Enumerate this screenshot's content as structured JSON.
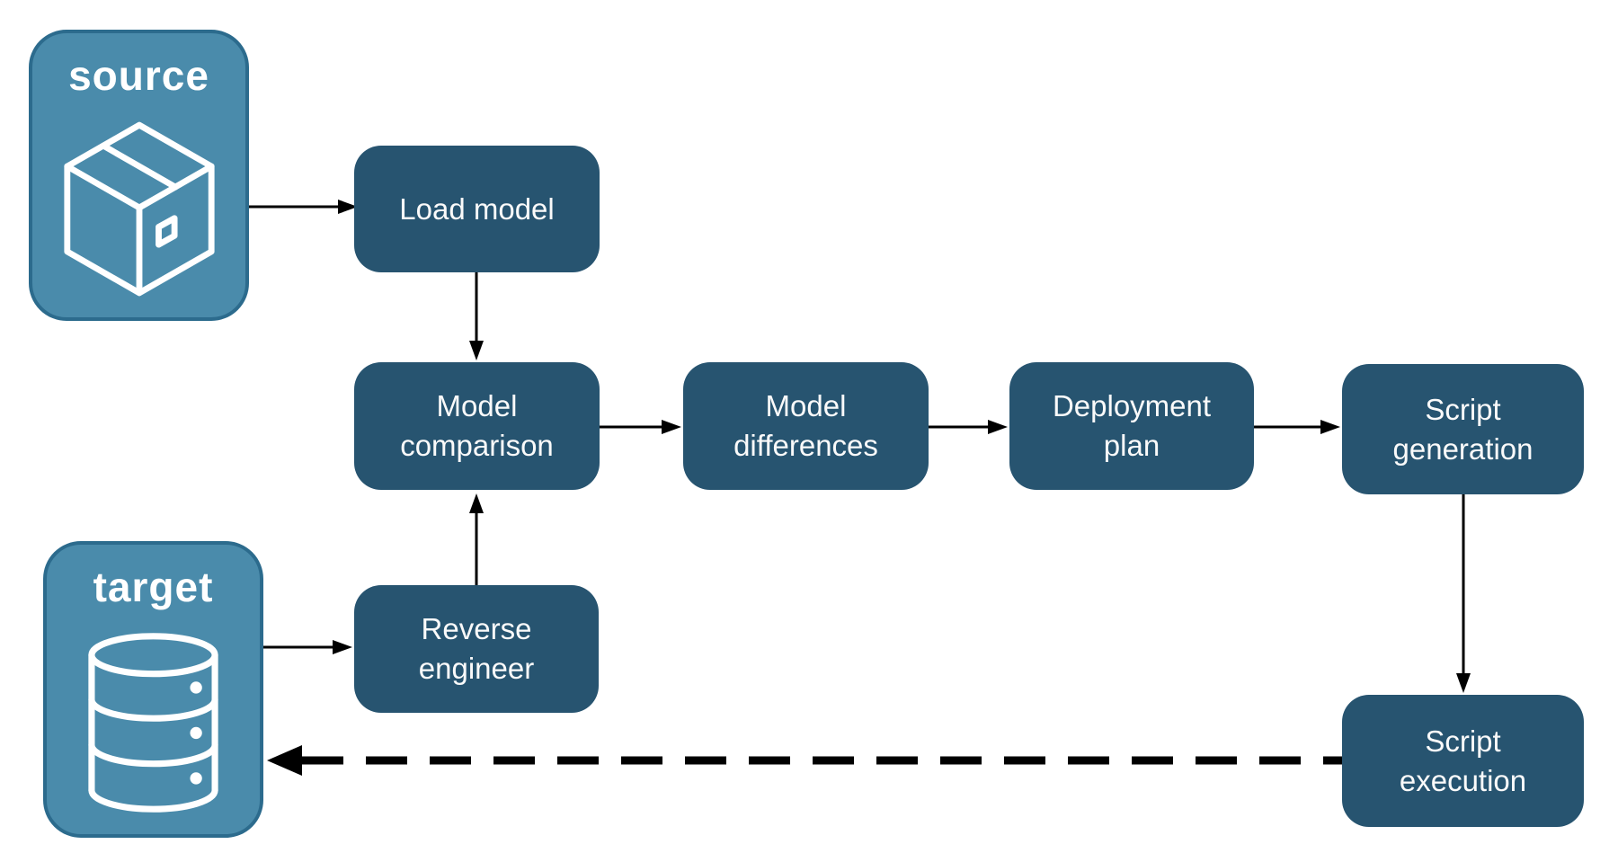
{
  "diagram": {
    "background": "#ffffff",
    "colors": {
      "container_fill": "#4a8bab",
      "container_border": "#2c6b8d",
      "node_fill": "#275470",
      "label_text": "#ffffff",
      "arrow": "#000000"
    },
    "containers": {
      "source": {
        "label": "source",
        "icon": "package-icon"
      },
      "target": {
        "label": "target",
        "icon": "database-icon"
      }
    },
    "nodes": {
      "load_model": {
        "lines": [
          "Load model"
        ]
      },
      "model_comparison": {
        "lines": [
          "Model",
          "comparison"
        ]
      },
      "model_differences": {
        "lines": [
          "Model",
          "differences"
        ]
      },
      "deployment_plan": {
        "lines": [
          "Deployment",
          "plan"
        ]
      },
      "script_generation": {
        "lines": [
          "Script",
          "generation"
        ]
      },
      "reverse_engineer": {
        "lines": [
          "Reverse",
          "engineer"
        ]
      },
      "script_execution": {
        "lines": [
          "Script",
          "execution"
        ]
      }
    },
    "edges": [
      {
        "from": "source",
        "to": "load_model",
        "style": "solid"
      },
      {
        "from": "load_model",
        "to": "model_comparison",
        "style": "solid"
      },
      {
        "from": "model_comparison",
        "to": "model_differences",
        "style": "solid"
      },
      {
        "from": "model_differences",
        "to": "deployment_plan",
        "style": "solid"
      },
      {
        "from": "deployment_plan",
        "to": "script_generation",
        "style": "solid"
      },
      {
        "from": "script_generation",
        "to": "script_execution",
        "style": "solid"
      },
      {
        "from": "reverse_engineer",
        "to": "model_comparison",
        "style": "solid"
      },
      {
        "from": "target",
        "to": "reverse_engineer",
        "style": "solid"
      },
      {
        "from": "script_execution",
        "to": "target",
        "style": "dashed"
      }
    ]
  }
}
